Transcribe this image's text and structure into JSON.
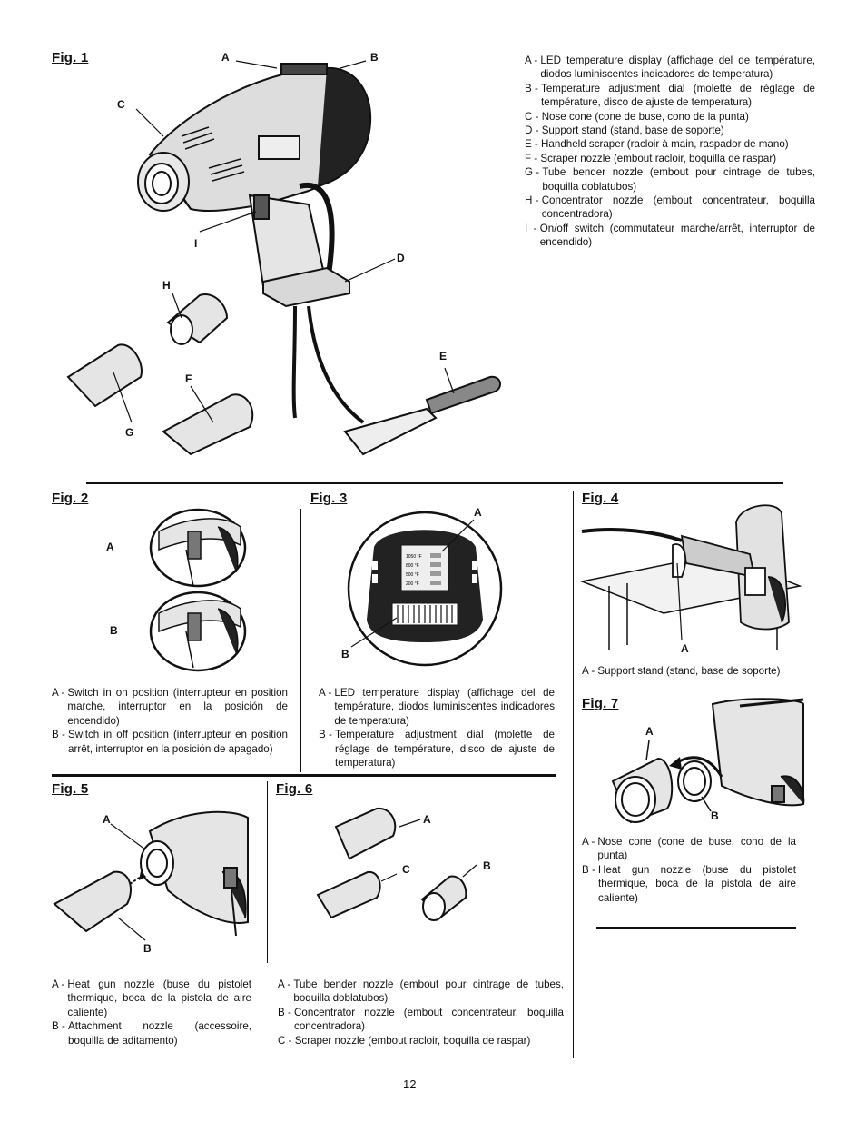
{
  "page_number": "12",
  "figures": {
    "fig1": {
      "title": "Fig. 1",
      "callouts": [
        "A",
        "B",
        "C",
        "I",
        "D",
        "H",
        "E",
        "F",
        "G"
      ],
      "legend": [
        {
          "key": "A - ",
          "text": "LED temperature display (affichage del de température, diodos luminiscentes indicadores de temperatura)"
        },
        {
          "key": "B - ",
          "text": "Temperature adjustment dial (molette de réglage de température, disco de ajuste de temperatura)"
        },
        {
          "key": "C - ",
          "text": "Nose cone (cone de buse, cono de la punta)"
        },
        {
          "key": "D - ",
          "text": "Support stand (stand, base de soporte)"
        },
        {
          "key": "E - ",
          "text": "Handheld scraper (racloir à main, raspador de mano)"
        },
        {
          "key": "F - ",
          "text": "Scraper nozzle (embout racloir, boquilla de raspar)"
        },
        {
          "key": "G - ",
          "text": "Tube bender nozzle (embout pour cintrage de tubes, boquilla doblatubos)"
        },
        {
          "key": "H - ",
          "text": "Concentrator nozzle (embout concentrateur, boquilla concentradora)"
        },
        {
          "key": "I  - ",
          "text": "On/off switch (commutateur marche/arrêt, interruptor de encendido)"
        }
      ]
    },
    "fig2": {
      "title": "Fig. 2",
      "callouts": [
        "A",
        "B"
      ],
      "legend": [
        {
          "key": "A - ",
          "text": "Switch in on position (interrupteur en position marche, interruptor en la posición de encendido)"
        },
        {
          "key": "B - ",
          "text": "Switch in off position (interrupteur en position arrêt, interruptor en la posición de apagado)"
        }
      ]
    },
    "fig3": {
      "title": "Fig. 3",
      "callouts": [
        "A",
        "B"
      ],
      "display_temps": [
        "1050 °F",
        "800 °F",
        "500 °F",
        "200 °F"
      ],
      "legend": [
        {
          "key": "A - ",
          "text": "LED temperature display (affichage del de température, diodos luminiscentes indicadores de temperatura)"
        },
        {
          "key": "B - ",
          "text": "Temperature adjustment dial (molette de réglage de température, disco de ajuste de temperatura)"
        }
      ]
    },
    "fig4": {
      "title": "Fig. 4",
      "callouts": [
        "A"
      ],
      "legend": [
        {
          "key": "A - ",
          "text": "Support stand (stand, base de soporte)"
        }
      ]
    },
    "fig5": {
      "title": "Fig. 5",
      "callouts": [
        "A",
        "B"
      ],
      "legend": [
        {
          "key": "A - ",
          "text": "Heat gun nozzle (buse du pistolet thermique, boca de la pistola de aire caliente)"
        },
        {
          "key": "B - ",
          "text": "Attachment nozzle (accessoire, boquilla de aditamento)"
        }
      ]
    },
    "fig6": {
      "title": "Fig. 6",
      "callouts": [
        "A",
        "C",
        "B"
      ],
      "legend": [
        {
          "key": "A - ",
          "text": "Tube bender nozzle (embout pour cintrage de tubes, boquilla doblatubos)"
        },
        {
          "key": "B - ",
          "text": "Concentrator nozzle (embout concentrateur, boquilla concentradora)"
        },
        {
          "key": "C - ",
          "text": "Scraper nozzle (embout racloir, boquilla de raspar)"
        }
      ]
    },
    "fig7": {
      "title": "Fig. 7",
      "callouts": [
        "A",
        "B"
      ],
      "legend": [
        {
          "key": "A - ",
          "text": "Nose cone (cone de buse, cono de la punta)"
        },
        {
          "key": "B - ",
          "text": "Heat gun nozzle (buse du pistolet thermique, boca de la pistola de aire caliente)"
        }
      ]
    }
  }
}
